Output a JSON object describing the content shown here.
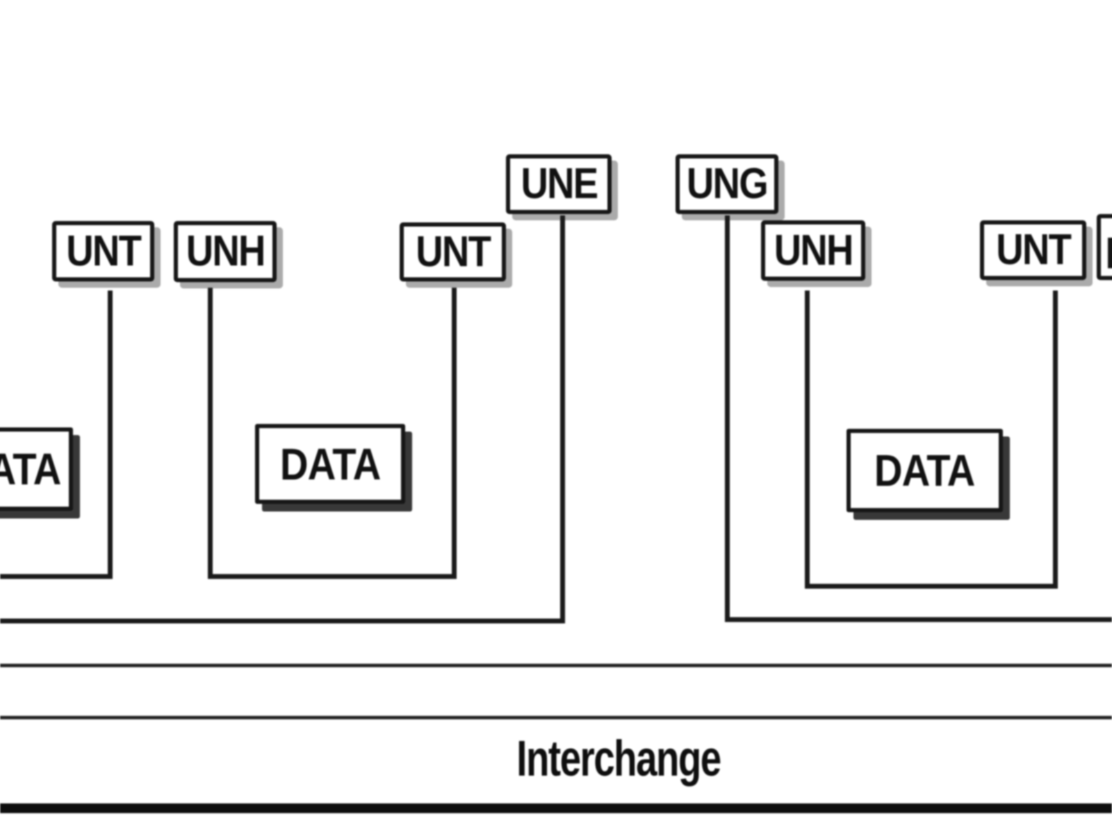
{
  "diagram": {
    "segment_boxes": [
      {
        "id": "unt-1",
        "label": "UNT"
      },
      {
        "id": "unh-1",
        "label": "UNH"
      },
      {
        "id": "unt-2",
        "label": "UNT"
      },
      {
        "id": "une",
        "label": "UNE"
      },
      {
        "id": "ung",
        "label": "UNG"
      },
      {
        "id": "unh-2",
        "label": "UNH"
      },
      {
        "id": "unt-3",
        "label": "UNT"
      }
    ],
    "data_boxes": [
      {
        "id": "data-1-partial",
        "label": "DATA"
      },
      {
        "id": "data-2",
        "label": "DATA"
      },
      {
        "id": "data-3",
        "label": "DATA"
      }
    ],
    "bottom_label": "Interchange",
    "colors": {
      "ink": "#161616",
      "background": "#ffffff",
      "segment_shadow": "#ababab",
      "data_shadow": "#383838"
    }
  }
}
